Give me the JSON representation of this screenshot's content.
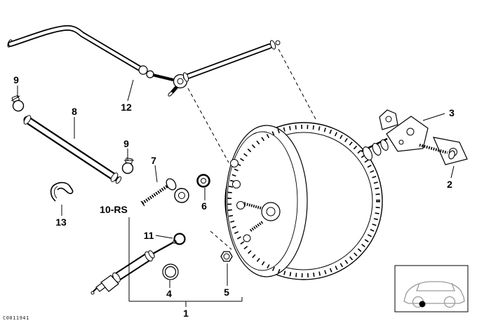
{
  "labels": {
    "n1": "1",
    "n2": "2",
    "n3": "3",
    "n4": "4",
    "n5": "5",
    "n6": "6",
    "n7": "7",
    "n8": "8",
    "n9a": "9",
    "n9b": "9",
    "n10rs": "10-RS",
    "n11": "11",
    "n12": "12",
    "n13": "13"
  },
  "footer": {
    "code": "C0011941"
  },
  "colors": {
    "line": "#000000",
    "background": "#ffffff",
    "car_outline": "#9a9a9a"
  }
}
